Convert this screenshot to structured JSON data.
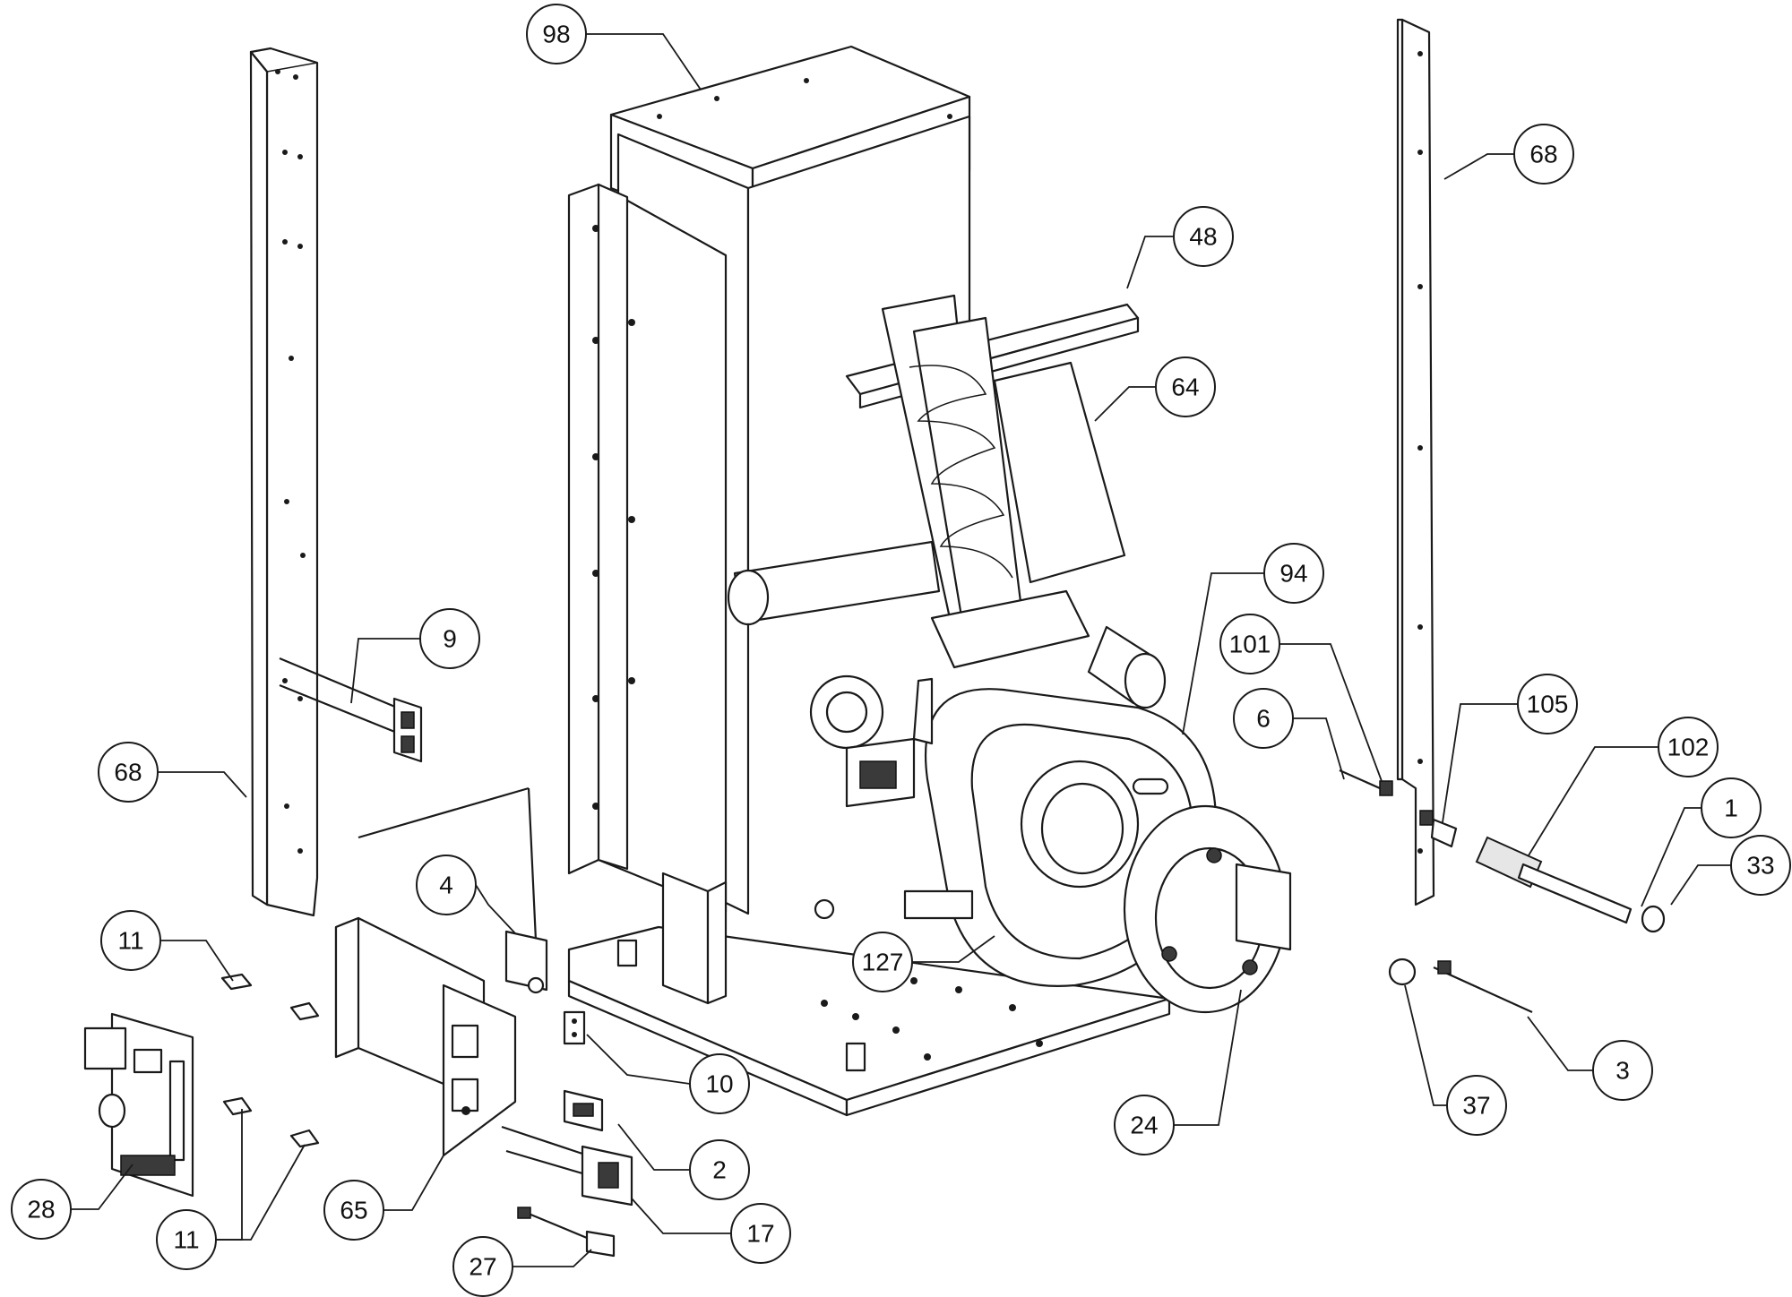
{
  "callouts": [
    {
      "id": "98",
      "label": "98"
    },
    {
      "id": "68-top",
      "label": "68"
    },
    {
      "id": "48",
      "label": "48"
    },
    {
      "id": "64",
      "label": "64"
    },
    {
      "id": "94",
      "label": "94"
    },
    {
      "id": "9",
      "label": "9"
    },
    {
      "id": "101",
      "label": "101"
    },
    {
      "id": "6",
      "label": "6"
    },
    {
      "id": "105",
      "label": "105"
    },
    {
      "id": "102",
      "label": "102"
    },
    {
      "id": "1",
      "label": "1"
    },
    {
      "id": "33",
      "label": "33"
    },
    {
      "id": "68-left",
      "label": "68"
    },
    {
      "id": "4",
      "label": "4"
    },
    {
      "id": "11-top",
      "label": "11"
    },
    {
      "id": "127",
      "label": "127"
    },
    {
      "id": "10",
      "label": "10"
    },
    {
      "id": "3",
      "label": "3"
    },
    {
      "id": "37",
      "label": "37"
    },
    {
      "id": "24",
      "label": "24"
    },
    {
      "id": "2",
      "label": "2"
    },
    {
      "id": "28",
      "label": "28"
    },
    {
      "id": "65",
      "label": "65"
    },
    {
      "id": "17",
      "label": "17"
    },
    {
      "id": "11-bottom",
      "label": "11"
    },
    {
      "id": "27",
      "label": "27"
    }
  ]
}
